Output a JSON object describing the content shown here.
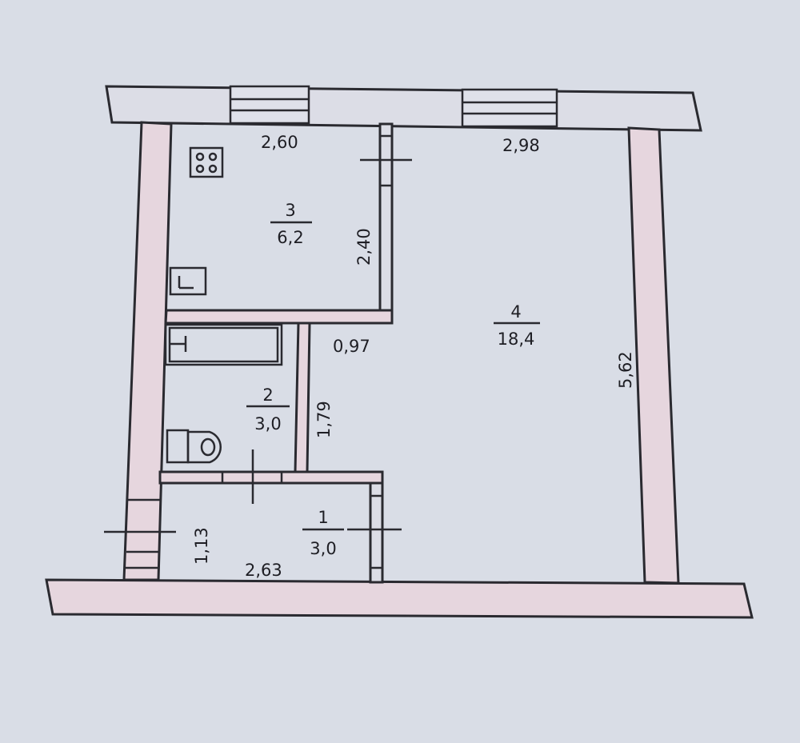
{
  "rooms": [
    {
      "id": "1",
      "number": "1",
      "area": "3,0"
    },
    {
      "id": "2",
      "number": "2",
      "area": "3,0"
    },
    {
      "id": "3",
      "number": "3",
      "area": "6,2"
    },
    {
      "id": "4",
      "number": "4",
      "area": "18,4"
    }
  ],
  "dimensions": {
    "kitchen_width": "2,60",
    "main_width": "2,98",
    "kitchen_depth": "2,40",
    "corridor_gap": "0,97",
    "bath_depth": "1,79",
    "main_depth": "5,62",
    "hall_depth": "1,13",
    "hall_width": "2,63"
  },
  "fixtures": [
    "stove-icon",
    "kitchen-sink-icon",
    "bathtub-icon",
    "toilet-icon"
  ]
}
